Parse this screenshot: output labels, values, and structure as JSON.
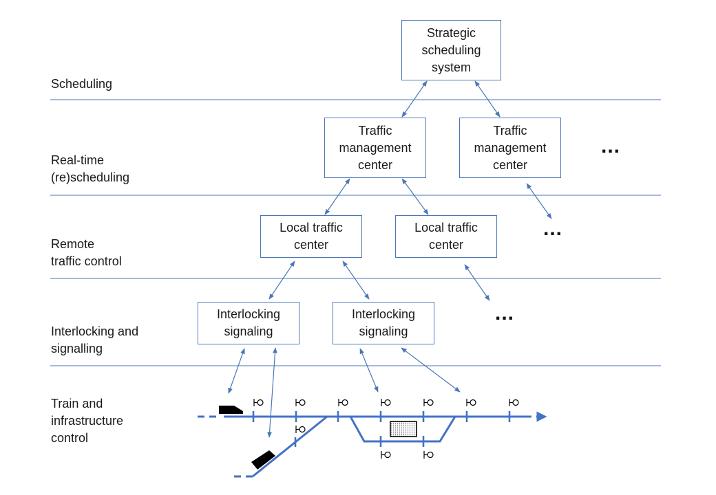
{
  "layers": [
    {
      "id": "scheduling",
      "label": "Scheduling"
    },
    {
      "id": "realtime",
      "label": "Real-time\n(re)scheduling"
    },
    {
      "id": "remote",
      "label": "Remote\ntraffic control"
    },
    {
      "id": "interlocking",
      "label": "Interlocking and\nsignalling"
    },
    {
      "id": "train",
      "label": "Train and\ninfrastructure\ncontrol"
    }
  ],
  "nodes": {
    "strategic": "Strategic\nscheduling\nsystem",
    "tmc_1": "Traffic\nmanagement\ncenter",
    "tmc_2": "Traffic\nmanagement\ncenter",
    "ltc_1": "Local traffic\ncenter",
    "ltc_2": "Local traffic\ncenter",
    "il_1": "Interlocking\nsignaling",
    "il_2": "Interlocking\nsignaling"
  },
  "ellipsis": "...",
  "colors": {
    "line": "#4a76b8",
    "track": "#4472c4",
    "train": "#000000"
  },
  "icons": [
    "signal-icon",
    "train-icon",
    "station-platform-icon"
  ]
}
